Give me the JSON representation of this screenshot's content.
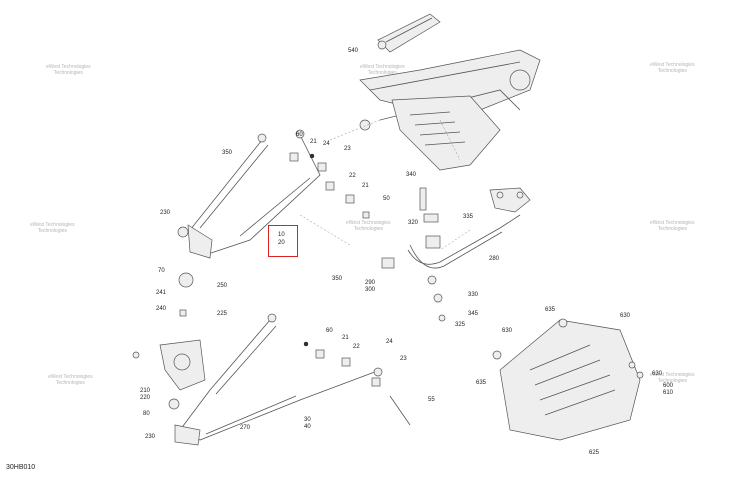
{
  "diagram_code": "30HB010",
  "watermark": {
    "line1": "eWest Technologies",
    "line2": "Technologies"
  },
  "callouts": [
    "540",
    "350",
    "60",
    "21",
    "24",
    "23",
    "22",
    "21",
    "50",
    "230",
    "10",
    "20",
    "340",
    "320",
    "335",
    "70",
    "241",
    "240",
    "250",
    "225",
    "290",
    "300",
    "350",
    "280",
    "330",
    "345",
    "325",
    "60",
    "21",
    "22",
    "24",
    "23",
    "210",
    "220",
    "80",
    "230",
    "270",
    "30",
    "40",
    "55",
    "635",
    "630",
    "630",
    "635",
    "630",
    "600",
    "610",
    "625"
  ]
}
